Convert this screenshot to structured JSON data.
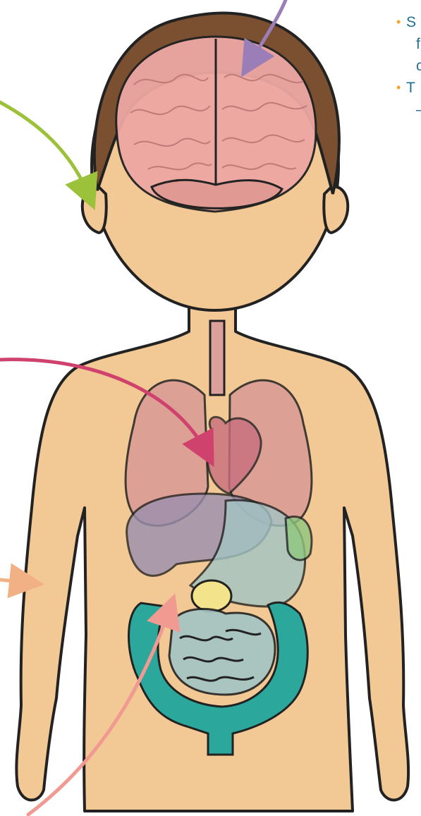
{
  "text_fragments": {
    "bullet_1": [
      "S",
      "f",
      "c"
    ],
    "bullet_2": [
      "T",
      "–"
    ]
  },
  "colors": {
    "skin": "#f2c894",
    "hair": "#7a5030",
    "brain": "#eca7a2",
    "organs": "#d99a96",
    "intestine": "#2ba89b",
    "stomach": "#a3c5c4",
    "liver": "#9a8fb0",
    "gallbladder": "#f3e38a",
    "spleen": "#8fc77f",
    "arrow_purple": "#9b7db8",
    "arrow_green": "#9cc23b",
    "arrow_magenta": "#d0426e",
    "arrow_peach": "#f2b184",
    "arrow_salmon": "#f09a92",
    "bullet_marker": "#f3a531",
    "bullet_text": "#1f6f96"
  },
  "icons": [
    "brain-icon",
    "lungs-icon",
    "heart-icon",
    "stomach-icon",
    "intestines-icon"
  ]
}
